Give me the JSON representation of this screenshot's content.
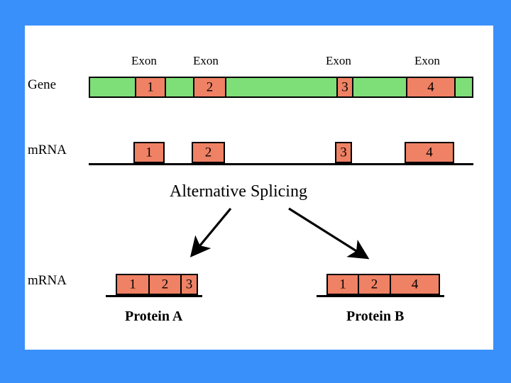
{
  "slide": {
    "background_color": "#3a90fb",
    "panel_color": "#ffffff",
    "exon_color": "#ef8164",
    "intron_color": "#7ede78",
    "line_color": "#000000"
  },
  "gene_row": {
    "label": "Gene",
    "exon_captions": [
      "Exon",
      "Exon",
      "Exon",
      "Exon"
    ],
    "exons": [
      {
        "number": "1"
      },
      {
        "number": "2"
      },
      {
        "number": "3"
      },
      {
        "number": "4"
      }
    ]
  },
  "mrna_row": {
    "label": "mRNA",
    "exons": [
      {
        "number": "1"
      },
      {
        "number": "2"
      },
      {
        "number": "3"
      },
      {
        "number": "4"
      }
    ]
  },
  "splicing": {
    "title": "Alternative Splicing"
  },
  "protein_a": {
    "label": "mRNA",
    "caption": "Protein A",
    "exons": [
      {
        "number": "1"
      },
      {
        "number": "2"
      },
      {
        "number": "3"
      }
    ]
  },
  "protein_b": {
    "caption": "Protein B",
    "exons": [
      {
        "number": "1"
      },
      {
        "number": "2"
      },
      {
        "number": "4"
      }
    ]
  }
}
